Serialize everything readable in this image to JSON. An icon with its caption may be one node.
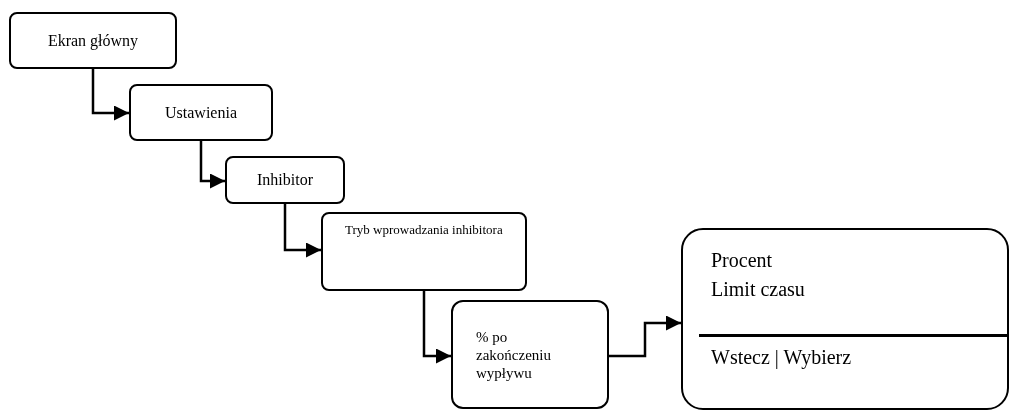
{
  "diagram": {
    "nodes": [
      {
        "text": [
          "Ekran główny"
        ]
      },
      {
        "text": [
          "Ustawienia"
        ]
      },
      {
        "text": [
          "Inhibitor"
        ]
      },
      {
        "text": [
          "Tryb wprowadzania inhibitora"
        ]
      },
      {
        "text": [
          "% po zakończeniu wypływu"
        ]
      },
      {
        "text": [
          "Procent",
          "Limit czasu",
          "Wstecz | Wybierz"
        ]
      }
    ],
    "edges": [
      {
        "from": 0,
        "to": 1,
        "arrow": "to"
      },
      {
        "from": 1,
        "to": 2,
        "arrow": "to"
      },
      {
        "from": 2,
        "to": 3,
        "arrow": "to"
      },
      {
        "from": 3,
        "to": 4,
        "arrow": "to"
      },
      {
        "from": 4,
        "to": 5,
        "arrow": "to"
      }
    ]
  }
}
